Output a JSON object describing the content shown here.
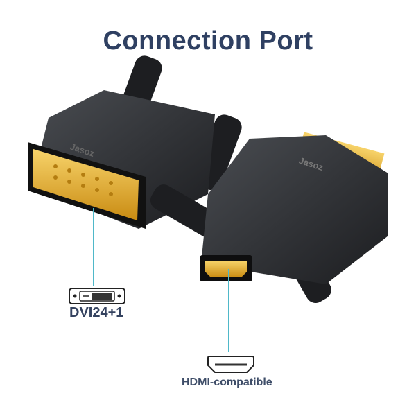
{
  "title": "Connection Port",
  "brand": "Jasoz",
  "labels": {
    "dvi": "DVI24+1",
    "hdmi": "HDMI-compatible"
  },
  "icons": {
    "dvi": "dvi-port-icon",
    "hdmi": "hdmi-port-icon"
  },
  "colors": {
    "title": "#2f4062",
    "callout_line": "#4fb8c9",
    "gold": "#e0a922",
    "adapter_body": "#2a2c2f"
  }
}
